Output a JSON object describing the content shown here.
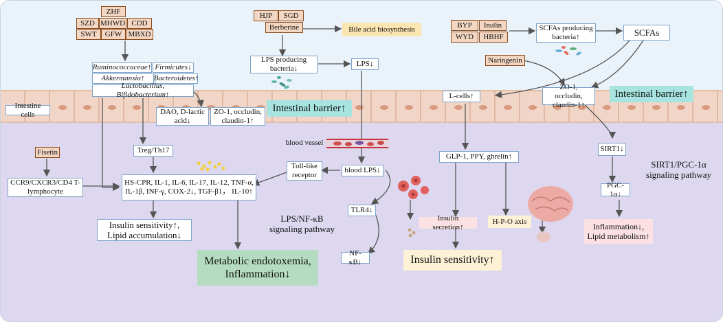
{
  "herbs_left": [
    "ZHF",
    "SZD",
    "MHWD",
    "CDD",
    "SWT",
    "GFW",
    "MBXD"
  ],
  "herbs_mid": [
    "HJP",
    "SGD",
    "Berberine"
  ],
  "herbs_right": [
    "BYP",
    "Inulin",
    "WYD",
    "HBHF"
  ],
  "fisetin": "Fisetin",
  "naringenin": "Naringenin",
  "bile_acid": "Bile acid biosynthesis",
  "lps_producing": "LPS producing bacteria↓",
  "lps": "LPS↓",
  "scfa_producing": "SCFAs producing bacteria↑",
  "scfas": "SCFAs",
  "microbiota": {
    "ruminococcaceae": "Ruminococcaceae↑",
    "firmicutes": "Firmicutes↓",
    "akkermansia": "Akkermansia↑",
    "bacteroidetes": "Bacteroidetes↑",
    "lactobacillus": "Lactobacillus, Bifidobacterium↑"
  },
  "intestine_cells": "Intestine cells",
  "dao": "DAO, D-lactic acid↓",
  "zo1_left": "ZO-1, occludin, claudin-1↑",
  "barrier_left": "Intestinal barrier↑",
  "lcells": "L-cells↑",
  "zo1_right": "ZO-1, occludin, claudin-1↑",
  "barrier_right": "Intestinal barrier↑",
  "blood_vessel": "blood vessel",
  "treg": "Treg/Th17",
  "cytokines": "HS-CPR, IL-1, IL-6, IL-17, IL-12, TNF-α, IL-1β, INF-γ, COX-2↓, TGF-β1， IL-10↑",
  "ccr9": "CCR9/CXCR3/CD4 T-lymphocyte",
  "tlr_receptor": "Toll-like receptor",
  "blood_lps": "blood LPS↓",
  "tlr4": "TLR4↓",
  "nfkb": "NF-κB↓",
  "lps_nfkb_path": "LPS/NF-κB signaling pathway",
  "insulin_left": "Insulin sensitivity↑, Lipid accumulation↓",
  "metabolic": "Metabolic endotoxemia, Inflammation↓",
  "glp1": "GLP-1, PPY, ghrelin↑",
  "insulin_secretion": "Insulin secretion↑",
  "hpo": "H-P-O axis",
  "insulin_sens": "Insulin sensitivity↑",
  "sirt1": "SIRT1↓",
  "sirt_path": "SIRT1/PGC-1α signaling pathway",
  "pgc": "PGC-1α↓",
  "inflam_lipid": "Inflammation↓, Lipid metabolism↑"
}
